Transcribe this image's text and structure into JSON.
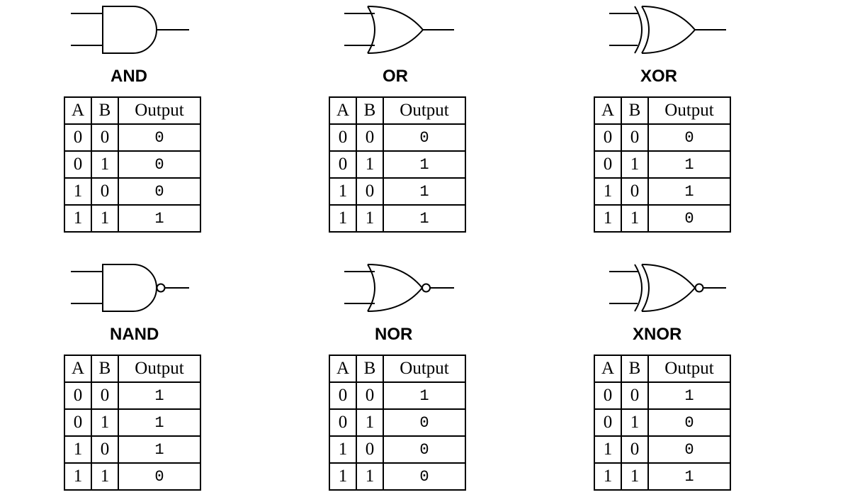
{
  "gates": [
    {
      "name": "AND",
      "symbol_icon": "and-gate-icon",
      "headers": [
        "A",
        "B",
        "Output"
      ],
      "rows": [
        [
          "0",
          "0",
          "0"
        ],
        [
          "0",
          "1",
          "0"
        ],
        [
          "1",
          "0",
          "0"
        ],
        [
          "1",
          "1",
          "1"
        ]
      ]
    },
    {
      "name": "OR",
      "symbol_icon": "or-gate-icon",
      "headers": [
        "A",
        "B",
        "Output"
      ],
      "rows": [
        [
          "0",
          "0",
          "0"
        ],
        [
          "0",
          "1",
          "1"
        ],
        [
          "1",
          "0",
          "1"
        ],
        [
          "1",
          "1",
          "1"
        ]
      ]
    },
    {
      "name": "XOR",
      "symbol_icon": "xor-gate-icon",
      "headers": [
        "A",
        "B",
        "Output"
      ],
      "rows": [
        [
          "0",
          "0",
          "0"
        ],
        [
          "0",
          "1",
          "1"
        ],
        [
          "1",
          "0",
          "1"
        ],
        [
          "1",
          "1",
          "0"
        ]
      ]
    },
    {
      "name": "NAND",
      "symbol_icon": "nand-gate-icon",
      "headers": [
        "A",
        "B",
        "Output"
      ],
      "rows": [
        [
          "0",
          "0",
          "1"
        ],
        [
          "0",
          "1",
          "1"
        ],
        [
          "1",
          "0",
          "1"
        ],
        [
          "1",
          "1",
          "0"
        ]
      ]
    },
    {
      "name": "NOR",
      "symbol_icon": "nor-gate-icon",
      "headers": [
        "A",
        "B",
        "Output"
      ],
      "rows": [
        [
          "0",
          "0",
          "1"
        ],
        [
          "0",
          "1",
          "0"
        ],
        [
          "1",
          "0",
          "0"
        ],
        [
          "1",
          "1",
          "0"
        ]
      ]
    },
    {
      "name": "XNOR",
      "symbol_icon": "xnor-gate-icon",
      "headers": [
        "A",
        "B",
        "Output"
      ],
      "rows": [
        [
          "0",
          "0",
          "1"
        ],
        [
          "0",
          "1",
          "0"
        ],
        [
          "1",
          "0",
          "0"
        ],
        [
          "1",
          "1",
          "1"
        ]
      ]
    }
  ]
}
